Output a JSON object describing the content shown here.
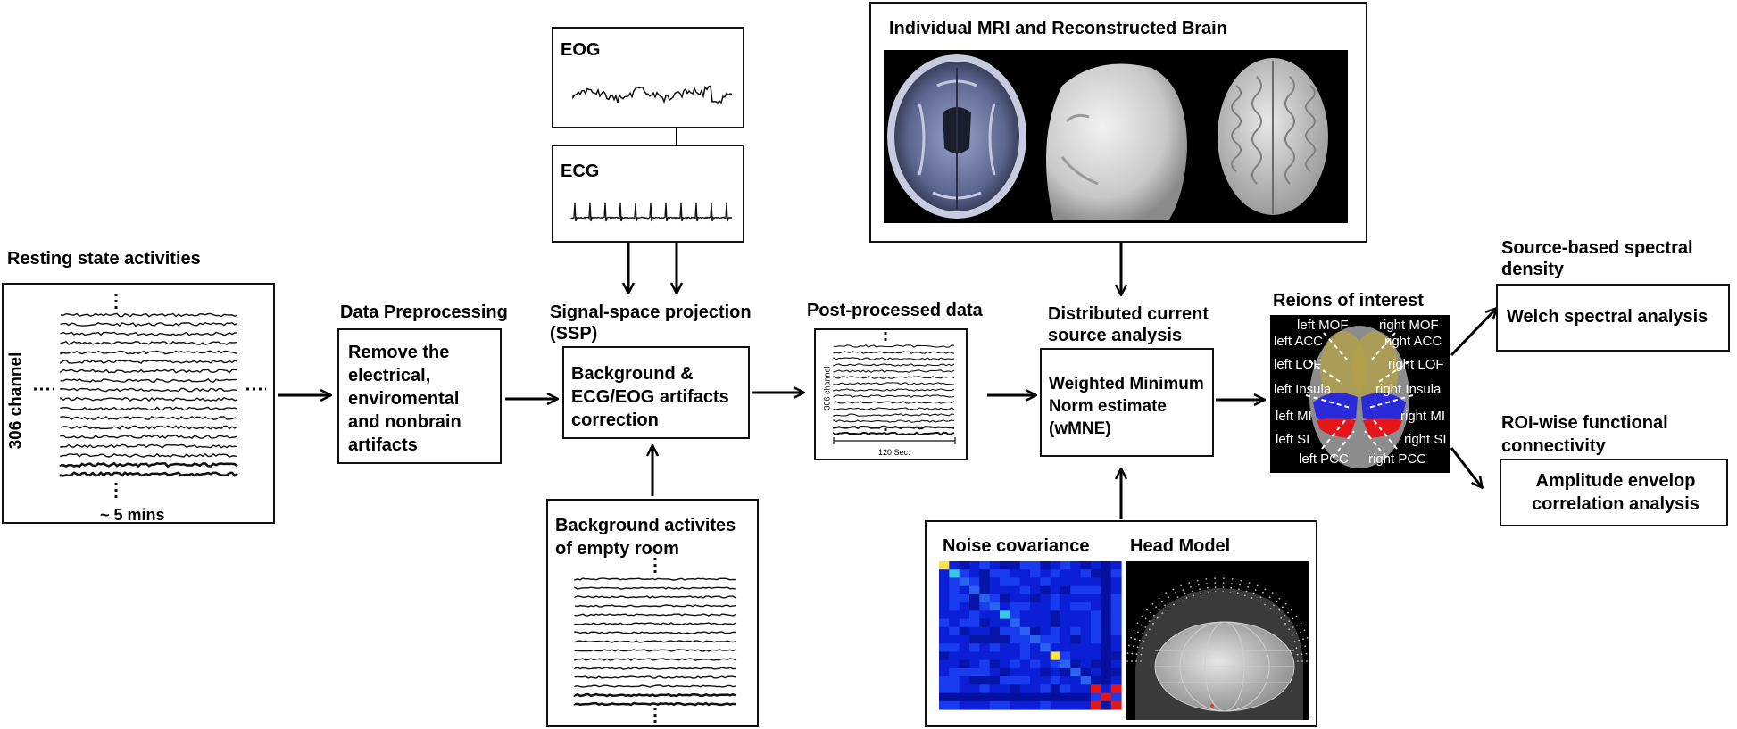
{
  "resting": {
    "title": "Resting state activities",
    "channel_label": "306 channel",
    "duration_label": "~ 5 mins",
    "dots": "....",
    "dots_v": "⋮"
  },
  "preprocessing": {
    "title": "Data Preprocessing",
    "body": "Remove the electrical, enviromental and nonbrain artifacts"
  },
  "eog": {
    "title": "EOG"
  },
  "ecg": {
    "title": "ECG"
  },
  "ssp": {
    "title_line1": "Signal-space projection",
    "title_line2": "(SSP)",
    "body": "Background & ECG/EOG artifacts correction"
  },
  "empty_room": {
    "title_line1": "Background activites",
    "title_line2": "of empty room"
  },
  "postprocessed": {
    "title": "Post-processed data",
    "channel_label": "306 channel",
    "duration_label": "120 Sec."
  },
  "mri": {
    "title": "Individual MRI and Reconstructed Brain"
  },
  "distributed": {
    "title_line1": "Distributed current",
    "title_line2": "source analysis",
    "body": "Weighted Minimum Norm estimate (wMNE)"
  },
  "noise": {
    "title": "Noise covariance",
    "head_title": "Head Model"
  },
  "roi": {
    "title": "Reions of interest",
    "labels_left": [
      "left MOF",
      "left ACC",
      "left LOF",
      "left Insula",
      "left MI",
      "left SI",
      "left PCC"
    ],
    "labels_right": [
      "right MOF",
      "right ACC",
      "right LOF",
      "right Insula",
      "right MI",
      "right SI",
      "right PCC"
    ]
  },
  "spectral": {
    "title_line1": "Source-based spectral",
    "title_line2": "density",
    "body": "Welch spectral analysis"
  },
  "connectivity": {
    "title_line1": "ROI-wise functional",
    "title_line2": "connectivity",
    "body": "Amplitude envelop correlation analysis"
  },
  "colors": {
    "heatmap_base": "#0a1fd6",
    "heatmap_diag": "#ffe14a",
    "roi_red": "#e3161b",
    "roi_blue": "#2a2ad8",
    "roi_yellow": "#b3a04a"
  }
}
